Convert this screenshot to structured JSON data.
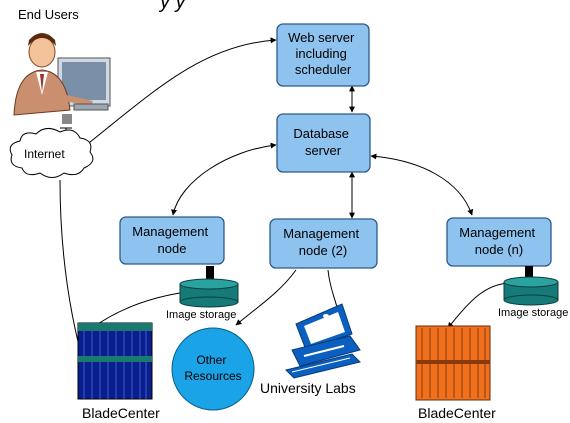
{
  "title_fragment": "y y",
  "labels": {
    "end_users": "End Users",
    "internet": "Internet",
    "web_server": [
      "Web server",
      "including",
      "scheduler"
    ],
    "database_server": [
      "Database",
      "server"
    ],
    "mgmt_node_1": [
      "Management",
      "node"
    ],
    "mgmt_node_2": [
      "Management",
      "node (2)"
    ],
    "mgmt_node_n": [
      "Management",
      "node (n)"
    ],
    "image_storage_left": "Image storage",
    "image_storage_right": "Image storage",
    "other_resources": [
      "Other",
      "Resources"
    ],
    "university_labs": "University Labs",
    "bladecenter_left": "BladeCenter",
    "bladecenter_right": "BladeCenter"
  },
  "colors": {
    "box_fill": "#8ec3ef",
    "box_stroke": "#2c5a8a",
    "storage": "#157a78",
    "blade_left": "#0b1f8c",
    "blade_right": "#f0701e",
    "other_resources": "#1aa3e6",
    "labs_pc": "#0b5fbf"
  }
}
